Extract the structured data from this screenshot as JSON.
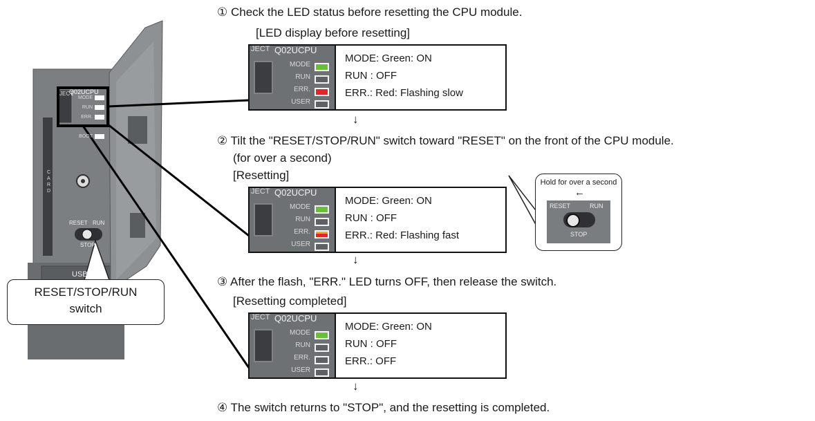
{
  "steps": [
    {
      "num": "①",
      "text": "Check the LED status before resetting the CPU module."
    },
    {
      "num": "②",
      "text": "Tilt the \"RESET/STOP/RUN\" switch toward \"RESET\" on the front of the CPU module.",
      "note": "(for over a second)"
    },
    {
      "num": "③",
      "text": "After the flash, \"ERR.\" LED turns OFF, then release the switch."
    },
    {
      "num": "④",
      "text": "The switch returns to \"STOP\", and the resetting is completed."
    }
  ],
  "panels": [
    {
      "title": "[LED display before resetting]",
      "mode": "MODE: Green: ON",
      "run": "RUN : OFF",
      "err": "ERR.: Red: Flashing slow",
      "err_led_color": "#e0252b"
    },
    {
      "title": "[Resetting]",
      "mode": "MODE: Green: ON",
      "run": "RUN : OFF",
      "err": "ERR.: Red: Flashing fast",
      "err_led_color": "#e8b020"
    },
    {
      "title": "[Resetting completed]",
      "mode": "MODE: Green: ON",
      "run": "RUN : OFF",
      "err": "ERR.: OFF",
      "err_led_color": "#5e6164"
    }
  ],
  "module_labels": {
    "eject": "JECT",
    "model": "Q02UCPU",
    "mode": "MODE",
    "run": "RUN",
    "err": "ERR.",
    "user": "USER",
    "boot": "BOOT",
    "card": "C A R D",
    "reset": "RESET",
    "run_small": "RUN",
    "stop": "STOP",
    "usb": "USB"
  },
  "hold_callout": {
    "text": "Hold for over a second",
    "reset": "RESET",
    "run": "RUN",
    "stop": "STOP"
  },
  "switch_callout": {
    "line1": "RESET/STOP/RUN",
    "line2": "switch"
  },
  "arrow_glyph": "↓",
  "colors": {
    "mode_led": "#6abf3a",
    "module_body": "#6e7174",
    "outline": "#111111"
  }
}
